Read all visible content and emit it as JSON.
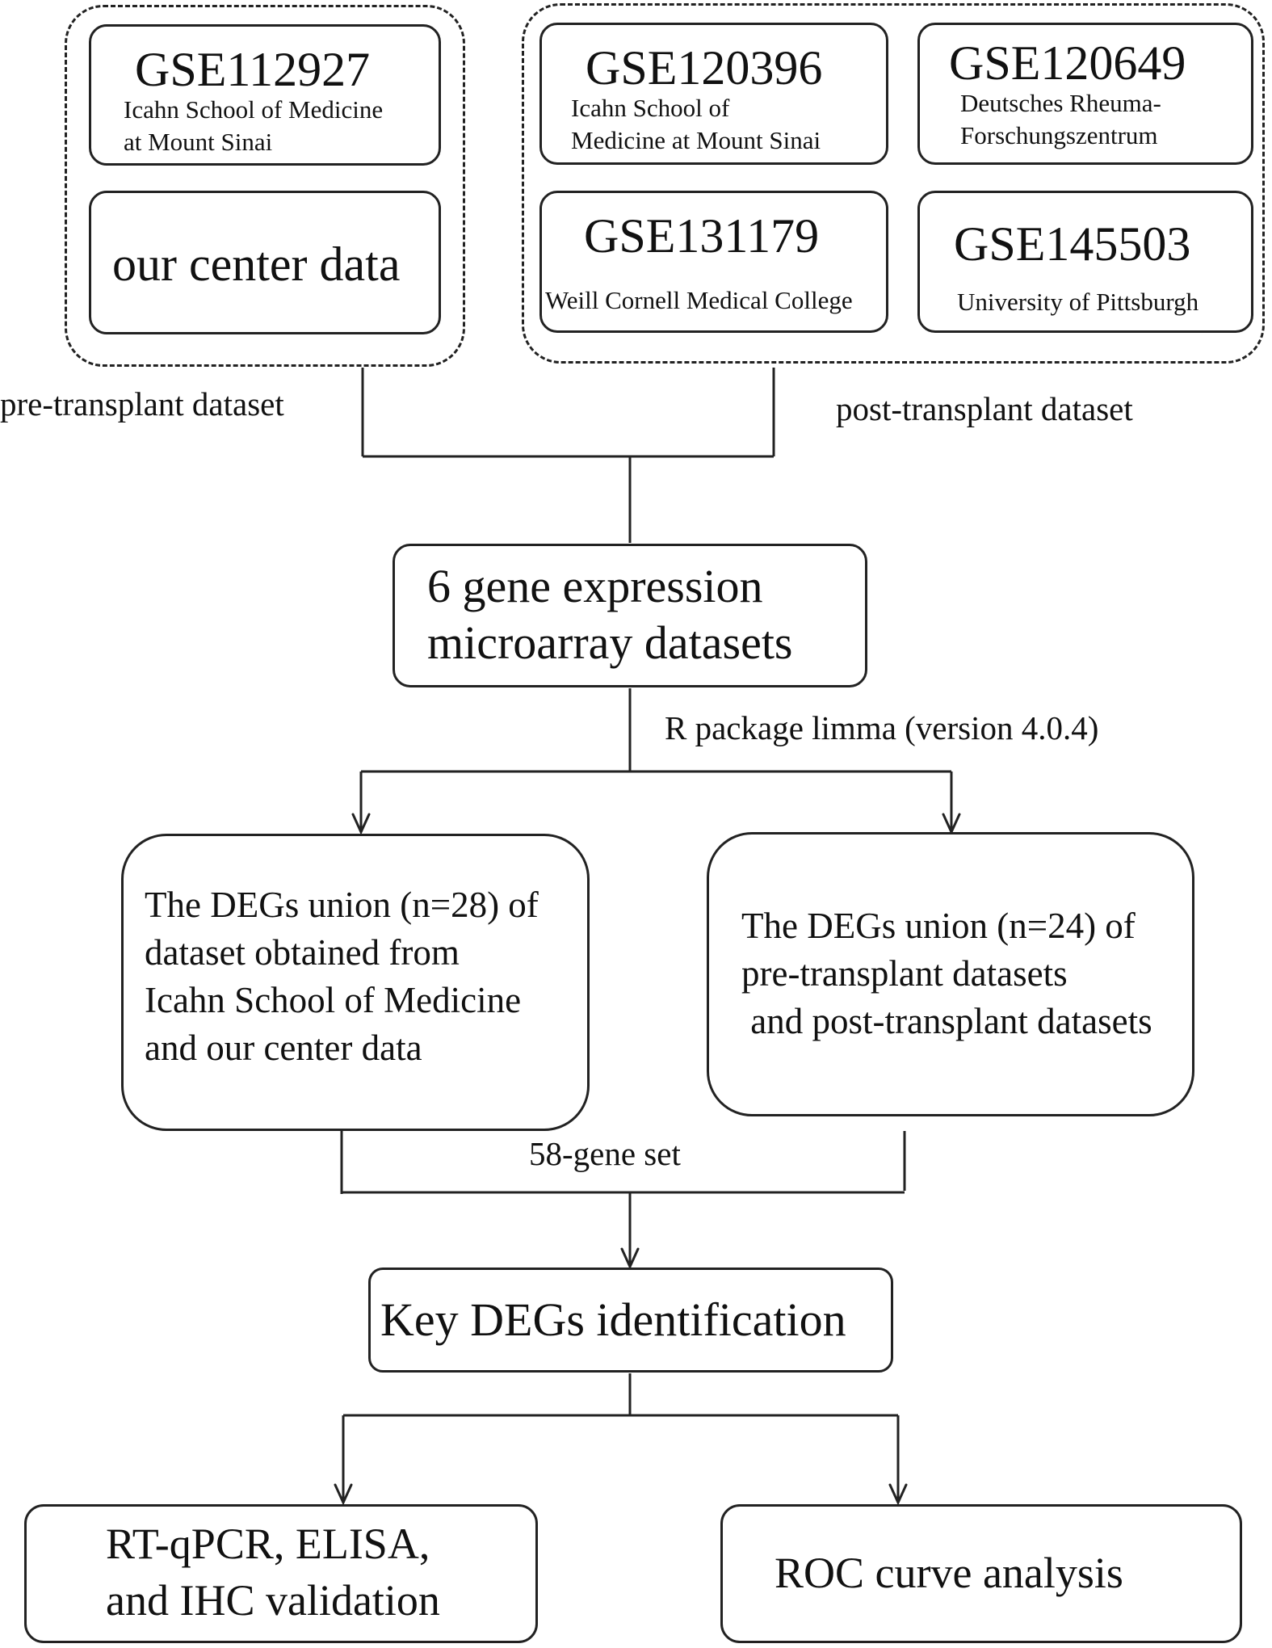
{
  "pre": {
    "group_label": "pre-transplant dataset",
    "boxes": [
      {
        "id": "GSE112927",
        "inst": [
          "Icahn School of Medicine",
          "at Mount Sinai"
        ]
      },
      {
        "text": "our center data"
      }
    ]
  },
  "post": {
    "group_label": "post-transplant dataset",
    "boxes": [
      {
        "id": "GSE120396",
        "inst": [
          "Icahn School of",
          "Medicine at Mount Sinai"
        ]
      },
      {
        "id": "GSE120649",
        "inst": [
          "Deutsches Rheuma-",
          "Forschungszentrum"
        ]
      },
      {
        "id": "GSE131179",
        "inst": [
          "Weill Cornell Medical College"
        ]
      },
      {
        "id": "GSE145503",
        "inst": [
          "University of Pittsburgh"
        ]
      }
    ]
  },
  "microarray": {
    "lines": [
      "6 gene expression",
      "microarray datasets"
    ]
  },
  "limma_label": "R package limma (version 4.0.4)",
  "deg_left": {
    "lines": [
      "The DEGs union (n=28) of",
      "dataset obtained from",
      "Icahn School of Medicine",
      "and  our center data"
    ]
  },
  "deg_right": {
    "lines": [
      "The DEGs union (n=24) of",
      "pre-transplant datasets",
      " and post-transplant datasets"
    ]
  },
  "gene_set_label": "58-gene set",
  "key_degs": "Key DEGs identification",
  "validation": {
    "lines": [
      "RT-qPCR, ELISA,",
      "and IHC validation"
    ]
  },
  "roc": "ROC curve analysis"
}
